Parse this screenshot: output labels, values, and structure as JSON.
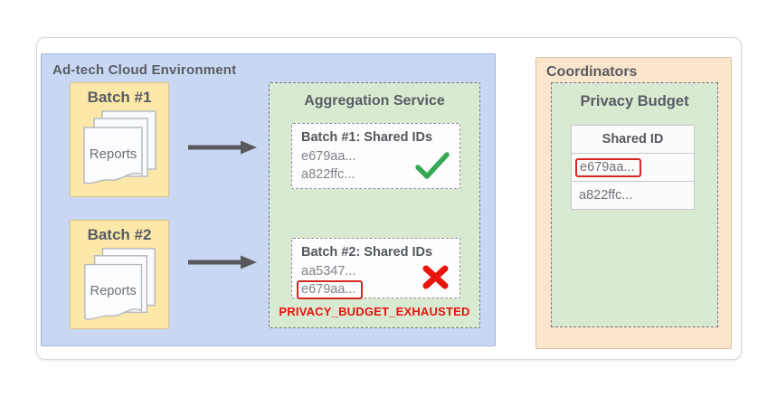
{
  "adtech_env": {
    "title": "Ad-tech Cloud Environment",
    "batch1": {
      "label": "Batch #1",
      "doc_label": "Reports"
    },
    "batch2": {
      "label": "Batch #2",
      "doc_label": "Reports"
    },
    "aggregation": {
      "title": "Aggregation Service",
      "result1": {
        "title": "Batch #1: Shared IDs",
        "id1": "e679aa...",
        "id2": "a822ffc...",
        "status_icon": "green-checkmark"
      },
      "result2": {
        "title": "Batch #2: Shared IDs",
        "id1": "aa5347...",
        "id2": "e679aa...",
        "status_icon": "red-x",
        "flagged_id": "e679aa..."
      },
      "error_label": "PRIVACY_BUDGET_EXHAUSTED"
    }
  },
  "coordinators": {
    "title": "Coordinators",
    "privacy_budget": {
      "title": "Privacy Budget",
      "table": {
        "header": "Shared ID",
        "row1": "e679aa...",
        "row2": "a822ffc...",
        "flagged_row": "e679aa..."
      }
    }
  },
  "colors": {
    "adtech_panel_blue": "#c9d7f3",
    "batch_yellow": "#fce8a9",
    "service_green_bg": "#d9ead3",
    "coordinators_orange": "#fbe5cc",
    "success_green": "#34a853",
    "error_red": "#ea120c",
    "flag_box_red": "#d5281e",
    "text_gray": "#595d63",
    "arrow_gray": "#58595b"
  }
}
